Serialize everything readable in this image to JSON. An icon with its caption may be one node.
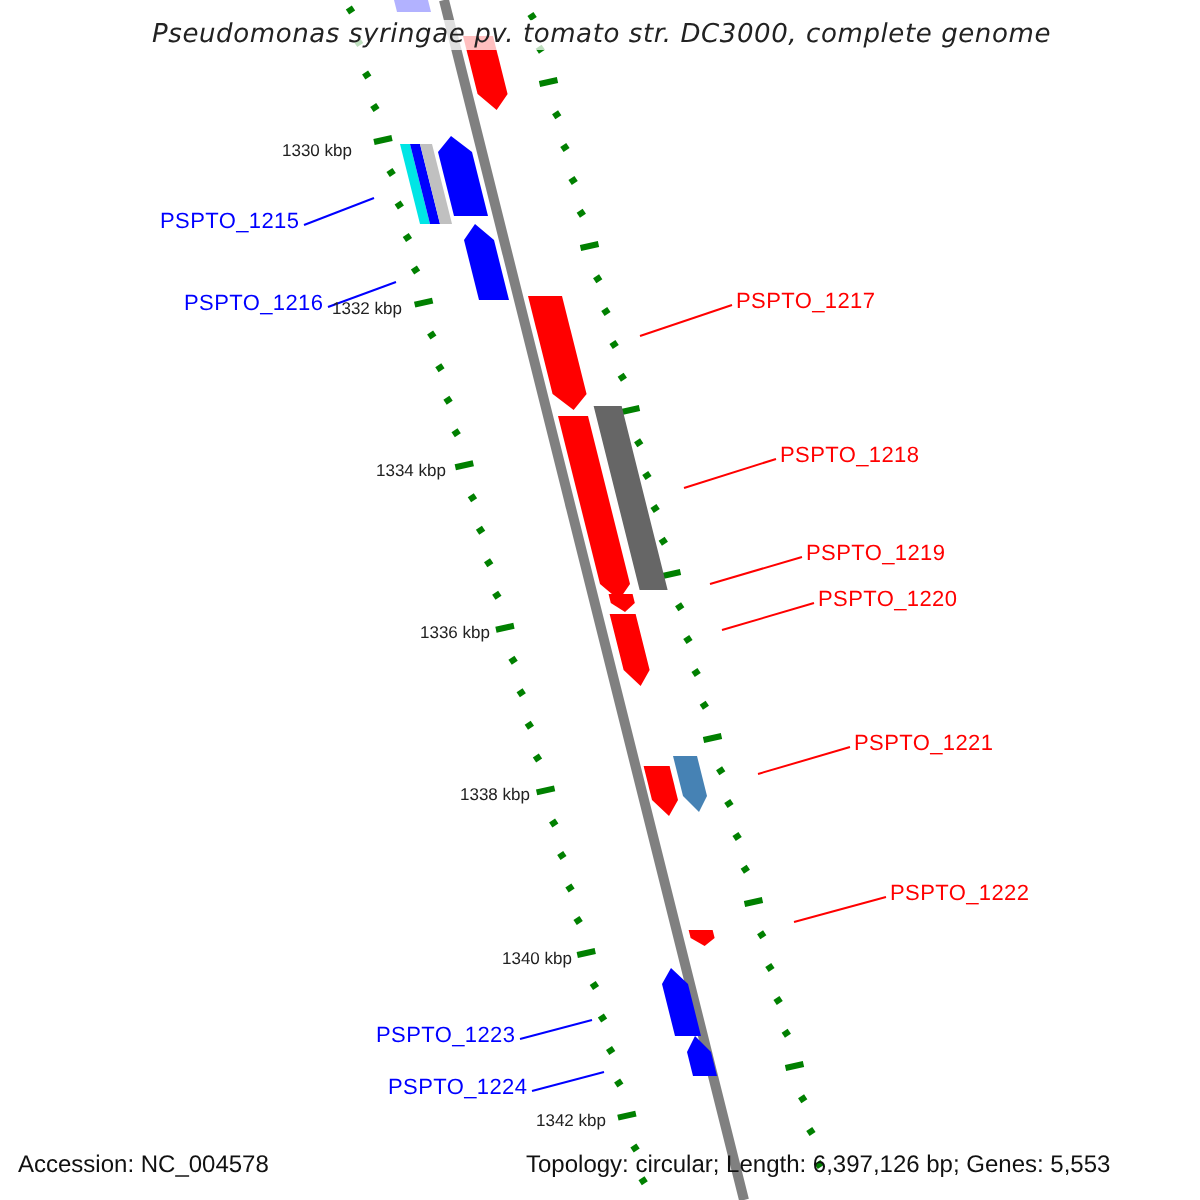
{
  "diagram": {
    "title": "Pseudomonas syringae pv. tomato str. DC3000, complete genome",
    "nodes": [
      {
        "text": [
          "PSPTO_1215"
        ]
      },
      {
        "text": [
          "PSPTO_1216"
        ]
      },
      {
        "text": [
          "PSPTO_1217"
        ]
      },
      {
        "text": [
          "PSPTO_1218"
        ]
      },
      {
        "text": [
          "PSPTO_1219"
        ]
      },
      {
        "text": [
          "PSPTO_1220"
        ]
      },
      {
        "text": [
          "PSPTO_1221"
        ]
      },
      {
        "text": [
          "PSPTO_1222"
        ]
      },
      {
        "text": [
          "PSPTO_1223"
        ]
      },
      {
        "text": [
          "PSPTO_1224"
        ]
      }
    ],
    "edges": [
      {
        "from": 0,
        "to": null,
        "arrow": "none",
        "color": "#0000ff"
      },
      {
        "from": 1,
        "to": null,
        "arrow": "none",
        "color": "#0000ff"
      },
      {
        "from": 2,
        "to": null,
        "arrow": "none"
      },
      {
        "from": 3,
        "to": null,
        "arrow": "none"
      },
      {
        "from": 4,
        "to": null,
        "arrow": "none"
      },
      {
        "from": 5,
        "to": null,
        "arrow": "none"
      },
      {
        "from": 6,
        "to": null,
        "arrow": "none"
      },
      {
        "from": 7,
        "to": null,
        "arrow": "none"
      },
      {
        "from": 8,
        "to": null,
        "arrow": "none",
        "color": "#0000ff"
      },
      {
        "from": 9,
        "to": null,
        "arrow": "none",
        "color": "#0000ff"
      }
    ],
    "labels": [
      "1330 kbp",
      "1332 kbp",
      "1334 kbp",
      "1336 kbp",
      "1338 kbp",
      "1340 kbp",
      "1342 kbp",
      "Accession: NC_004578",
      "Topology: circular; Length: 6,397,126 bp; Genes: 5,553"
    ]
  }
}
